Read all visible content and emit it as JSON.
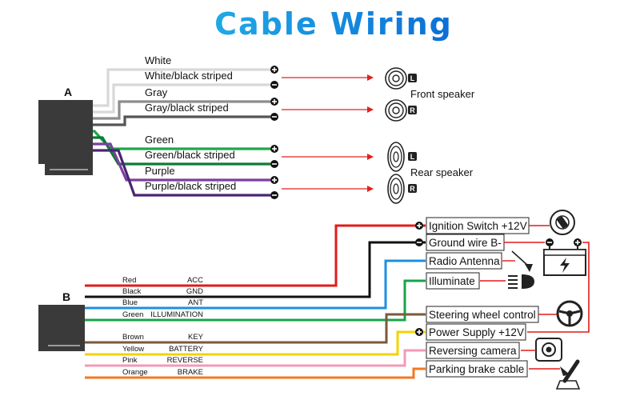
{
  "title": "Cable Wiring",
  "colors": {
    "title_start": "#1fa9e6",
    "title_end": "#0b6fd6",
    "arrow": "#e02020",
    "connector": "#3a3a3a"
  },
  "connector_a": {
    "label": "A",
    "wires": [
      {
        "label": "White",
        "color": "#d8d8d8",
        "polarity": "+"
      },
      {
        "label": "White/black striped",
        "color": "#d8d8d8",
        "polarity": "-"
      },
      {
        "label": "Gray",
        "color": "#8c8c8c",
        "polarity": "+"
      },
      {
        "label": "Gray/black striped",
        "color": "#555555",
        "polarity": "-"
      },
      {
        "label": "Green",
        "color": "#1aa84a",
        "polarity": "+"
      },
      {
        "label": "Green/black striped",
        "color": "#0e7a34",
        "polarity": "-"
      },
      {
        "label": "Purple",
        "color": "#7b3f9e",
        "polarity": "+"
      },
      {
        "label": "Purple/black striped",
        "color": "#4a2470",
        "polarity": "-"
      }
    ],
    "speakers": [
      {
        "label": "Front speaker",
        "channels": [
          "L",
          "R"
        ],
        "icon": "round-speaker-icon"
      },
      {
        "label": "Rear speaker",
        "channels": [
          "L",
          "R"
        ],
        "icon": "oval-speaker-icon"
      }
    ]
  },
  "connector_b": {
    "label": "B",
    "wires": [
      {
        "color_label": "Red",
        "function": "ACC",
        "color": "#e01b1b"
      },
      {
        "color_label": "Black",
        "function": "GND",
        "color": "#111111"
      },
      {
        "color_label": "Blue",
        "function": "ANT",
        "color": "#1e8fe0"
      },
      {
        "color_label": "Green",
        "function": "ILLUMINATION",
        "color": "#19a34a"
      },
      {
        "color_label": "Brown",
        "function": "KEY",
        "color": "#7a5a3a"
      },
      {
        "color_label": "Yellow",
        "function": "BATTERY",
        "color": "#f2d300"
      },
      {
        "color_label": "Pink",
        "function": "REVERSE",
        "color": "#f29ab4"
      },
      {
        "color_label": "Orange",
        "function": "BRAKE",
        "color": "#f07a20"
      }
    ],
    "destinations": [
      {
        "label": "Ignition Switch +12V",
        "sign": "+",
        "icon": "ignition-key-icon"
      },
      {
        "label": "Ground wire B-",
        "sign": "-",
        "icon": "battery-icon"
      },
      {
        "label": "Radio Antenna",
        "sign": "",
        "icon": "antenna-icon"
      },
      {
        "label": "Illuminate",
        "sign": "",
        "icon": "headlight-icon"
      },
      {
        "label": "Steering wheel control",
        "sign": "",
        "icon": "steering-wheel-icon"
      },
      {
        "label": "Power Supply +12V",
        "sign": "+",
        "icon": ""
      },
      {
        "label": "Reversing camera",
        "sign": "",
        "icon": "camera-icon"
      },
      {
        "label": "Parking brake cable",
        "sign": "",
        "icon": "parking-brake-icon"
      }
    ]
  }
}
